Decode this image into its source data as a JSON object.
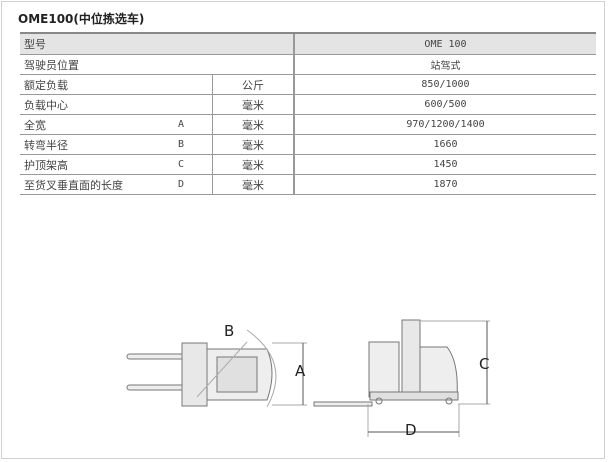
{
  "title": "OME100(中位拣选车)",
  "header": {
    "label": "型号",
    "value": "OME 100"
  },
  "rows": [
    {
      "label": "驾驶员位置",
      "letter": "",
      "unit": "",
      "value": "站驾式"
    },
    {
      "label": "额定负载",
      "letter": "",
      "unit": "公斤",
      "value": "850/1000"
    },
    {
      "label": "负载中心",
      "letter": "",
      "unit": "毫米",
      "value": "600/500"
    },
    {
      "label": "全宽",
      "letter": "A",
      "unit": "毫米",
      "value": "970/1200/1400"
    },
    {
      "label": "转弯半径",
      "letter": "B",
      "unit": "毫米",
      "value": "1660"
    },
    {
      "label": "护顶架高",
      "letter": "C",
      "unit": "毫米",
      "value": "1450"
    },
    {
      "label": "至货叉垂直面的长度",
      "letter": "D",
      "unit": "毫米",
      "value": "1870"
    }
  ],
  "diagram": {
    "a": "A",
    "b": "B",
    "c": "C",
    "d": "D"
  }
}
